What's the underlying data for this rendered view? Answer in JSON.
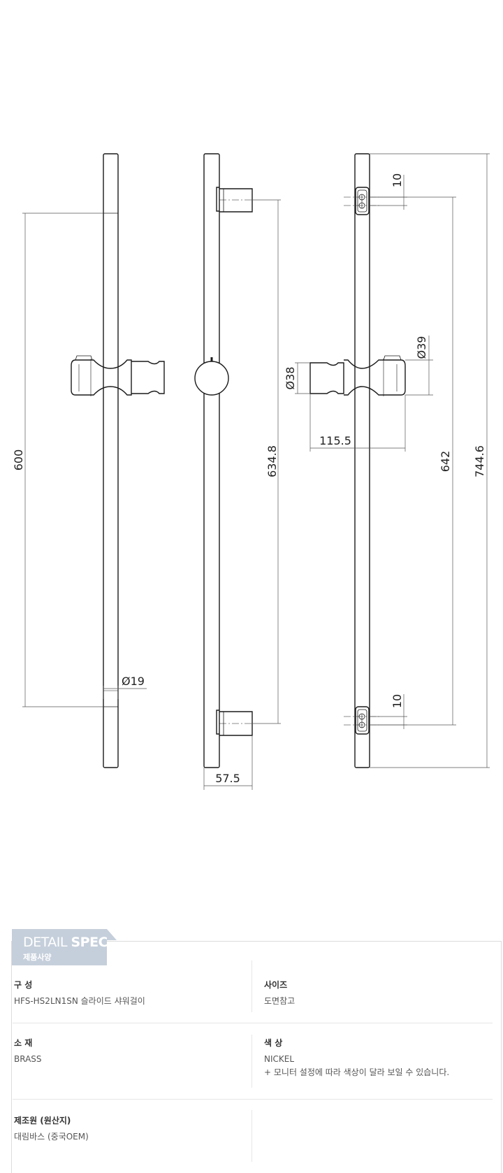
{
  "drawing": {
    "dimensions": {
      "bar_hole_spacing": "600",
      "bar_diameter": "Ø19",
      "bracket_spacing_side": "634.8",
      "wall_depth": "57.5",
      "top_slot_height": "10",
      "bottom_slot_height": "10",
      "holder_diameter_right": "Ø39",
      "holder_diameter_left": "Ø38",
      "holder_width": "115.5",
      "slot_spacing": "642",
      "overall_length": "744.6"
    }
  },
  "spec": {
    "tab_title_light": "DETAIL ",
    "tab_title_bold": "SPEC",
    "tab_subtitle": "제품사양",
    "composition": {
      "label": "구 성",
      "value": "HFS-HS2LN1SN 슬라이드 샤워걸이"
    },
    "size": {
      "label": "사이즈",
      "value": "도면참고"
    },
    "material": {
      "label": "소 재",
      "value": "BRASS"
    },
    "color": {
      "label": "색 상",
      "value": "NICKEL",
      "note": "+ 모니터 설정에 따라 색상이 달라 보일 수 있습니다."
    },
    "origin": {
      "label": "제조원 (원산지)",
      "value": "대림바스 (중국OEM)"
    }
  }
}
